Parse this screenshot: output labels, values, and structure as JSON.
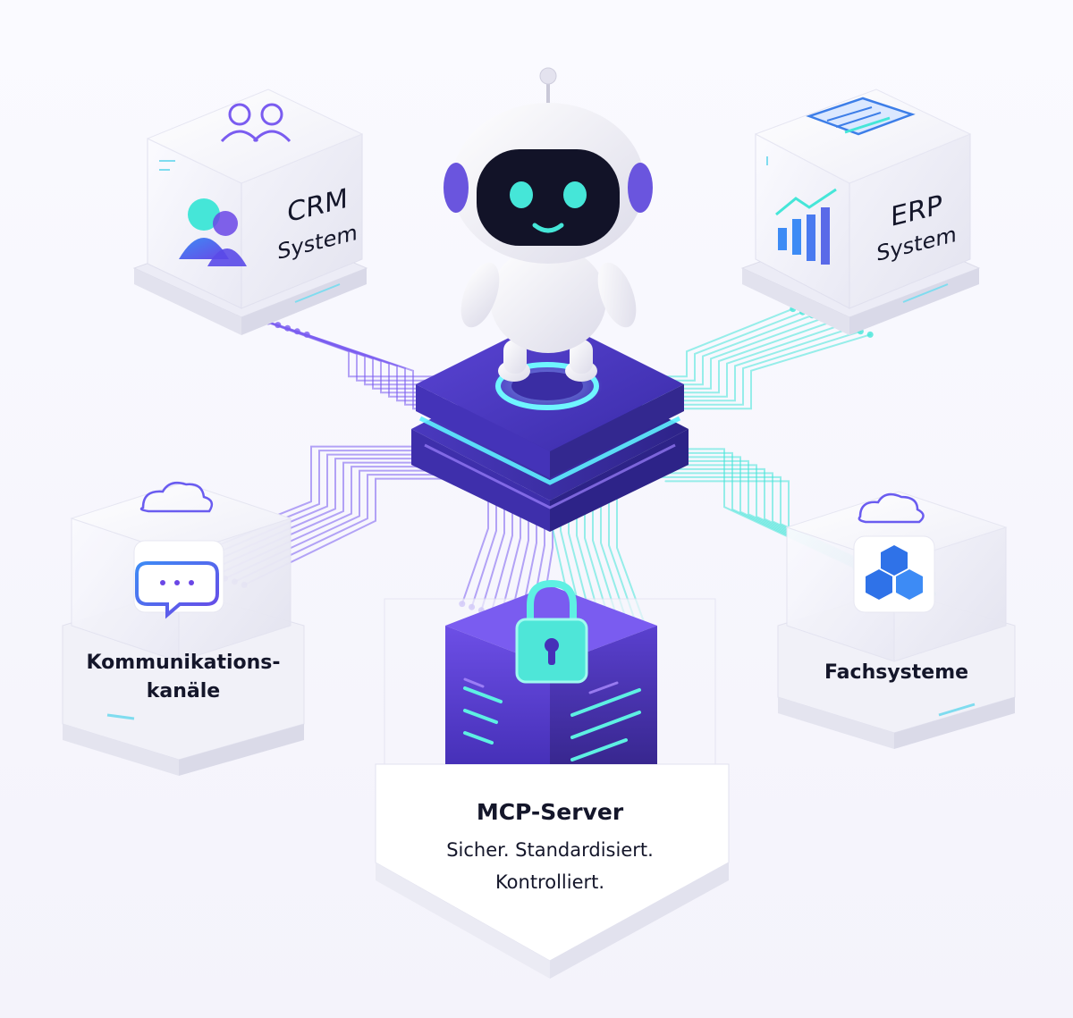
{
  "crm": {
    "title": "CRM",
    "subtitle": "System",
    "icon": "users-icon"
  },
  "erp": {
    "title": "ERP",
    "subtitle": "System",
    "icon": "bar-chart-icon"
  },
  "kommunikation": {
    "line1": "Kommunikations-",
    "line2": "kanäle",
    "icon": "chat-bubble-icon"
  },
  "fachsysteme": {
    "title": "Fachsysteme",
    "icon": "cubes-icon"
  },
  "mcp_server": {
    "title": "MCP-Server",
    "line1": "Sicher. Standardisiert.",
    "line2": "Kontrolliert.",
    "icon": "padlock-icon"
  },
  "center": {
    "icon": "robot-icon"
  },
  "colors": {
    "purple": "#7a5cf0",
    "deep_purple": "#4b3bc4",
    "cyan": "#45e6d8",
    "blue": "#2f72e8",
    "text": "#14162a"
  }
}
